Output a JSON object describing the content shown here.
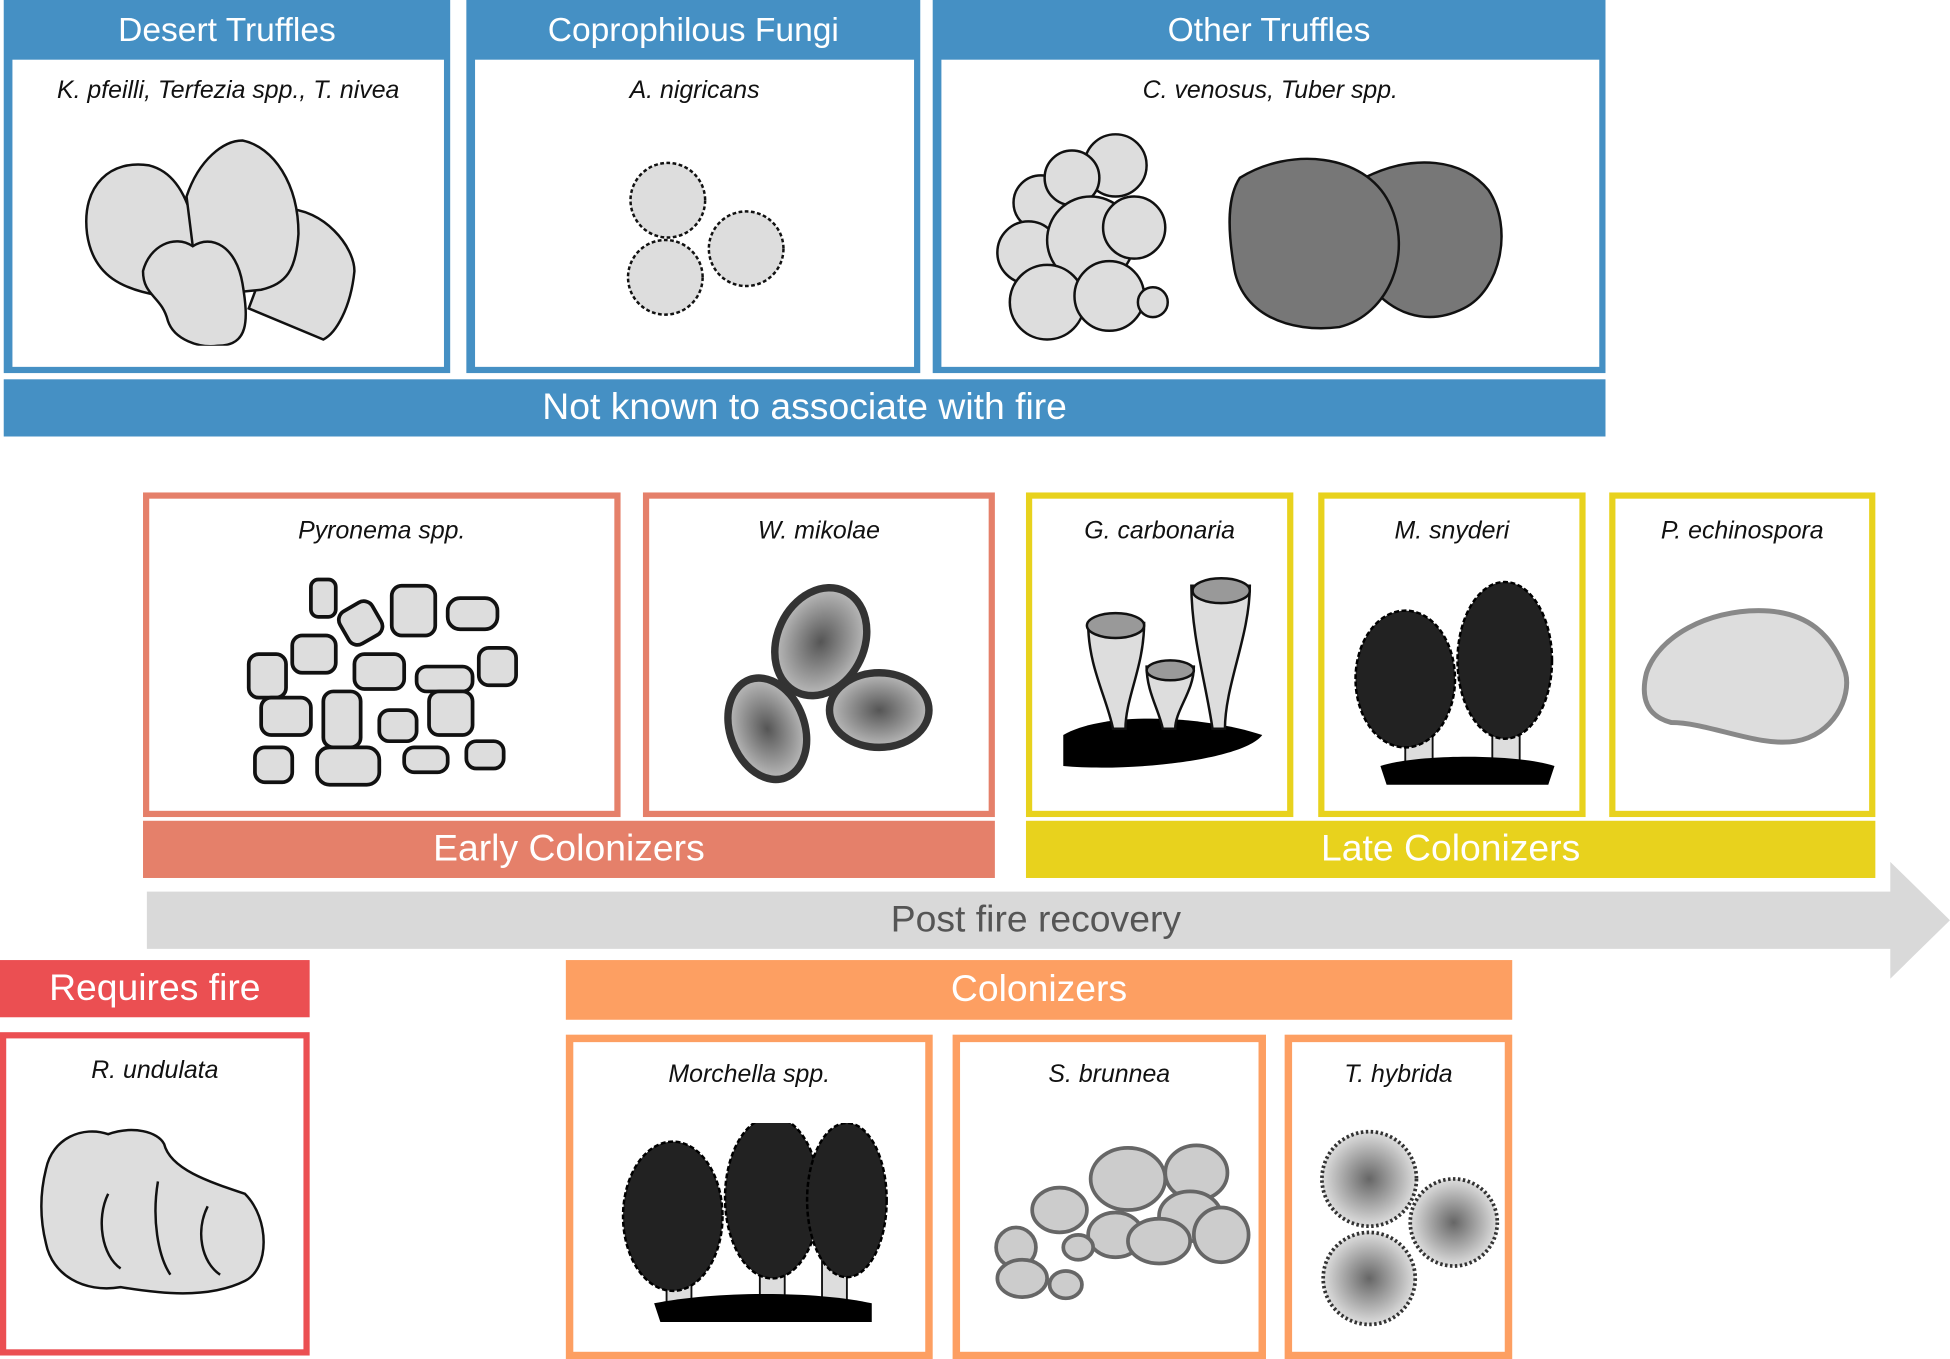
{
  "top_group": {
    "banner": "Not known to associate with fire",
    "color": "#4590C4",
    "panels": [
      {
        "title": "Desert Truffles",
        "species": "K. pfeilli, Terfezia spp., T. nivea"
      },
      {
        "title": "Coprophilous Fungi",
        "species": "A. nigricans"
      },
      {
        "title": "Other Truffles",
        "species": "C. venosus, Tuber spp."
      }
    ]
  },
  "early": {
    "banner": "Early Colonizers",
    "color": "#E5806A",
    "species": [
      "Pyronema spp.",
      "W. mikolae"
    ]
  },
  "late": {
    "banner": "Late Colonizers",
    "color": "#E8D21D",
    "species": [
      "G. carbonaria",
      "M. snyderi",
      "P. echinospora"
    ]
  },
  "arrow": {
    "label": "Post fire recovery",
    "color": "#D9D9D9"
  },
  "requires_fire": {
    "banner": "Requires fire",
    "color": "#EB4F52",
    "species": [
      "R. undulata"
    ]
  },
  "colonizers": {
    "banner": "Colonizers",
    "color": "#FD9F62",
    "species": [
      "Morchella spp.",
      "S. brunnea",
      "T. hybrida"
    ]
  }
}
